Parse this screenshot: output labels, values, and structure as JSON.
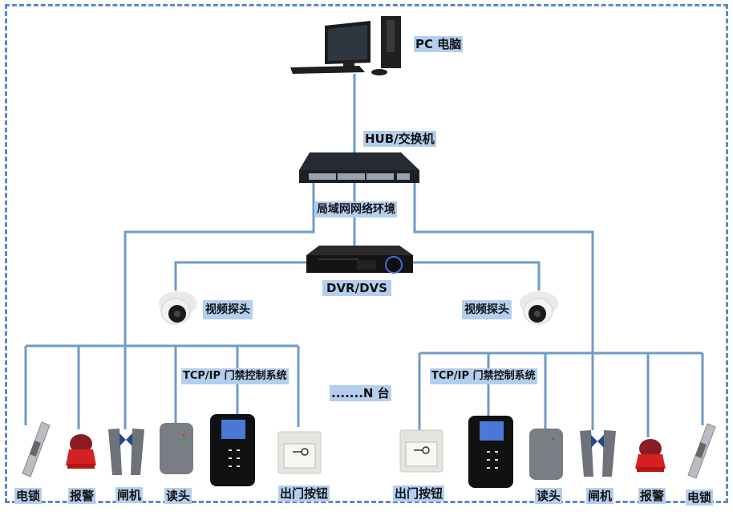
{
  "diagram": {
    "title_hidden": "",
    "colors": {
      "line": "#6f9bc8",
      "label_bg": "#b4cfee",
      "frame": "#5b8ac2"
    },
    "nodes": {
      "pc": {
        "label": "PC 电脑",
        "icon": "desktop-computer-icon"
      },
      "hub": {
        "label": "HUB/交换机",
        "icon": "network-switch-icon"
      },
      "lan": {
        "label": "局域网网络环境"
      },
      "dvr": {
        "label": "DVR/DVS",
        "icon": "dvr-recorder-icon"
      },
      "camera_left": {
        "label": "视频探头",
        "icon": "dome-camera-icon"
      },
      "camera_right": {
        "label": "视频探头",
        "icon": "dome-camera-icon"
      },
      "acs_left": {
        "label": "TCP/IP 门禁控制系统"
      },
      "acs_right": {
        "label": "TCP/IP 门禁控制系统"
      },
      "n_units": {
        "label": ".......N 台"
      }
    },
    "left_group": [
      {
        "label": "电锁",
        "icon": "electric-lock-icon"
      },
      {
        "label": "报警",
        "icon": "alarm-siren-icon"
      },
      {
        "label": "闸机",
        "icon": "turnstile-gate-icon"
      },
      {
        "label": "读头",
        "icon": "card-reader-icon"
      },
      {
        "label": "",
        "icon": "access-controller-keypad-icon"
      },
      {
        "label": "出门按钮",
        "icon": "exit-button-icon"
      }
    ],
    "right_group": [
      {
        "label": "出门按钮",
        "icon": "exit-button-icon"
      },
      {
        "label": "",
        "icon": "access-controller-keypad-icon"
      },
      {
        "label": "读头",
        "icon": "card-reader-icon"
      },
      {
        "label": "闸机",
        "icon": "turnstile-gate-icon"
      },
      {
        "label": "报警",
        "icon": "alarm-siren-icon"
      },
      {
        "label": "电锁",
        "icon": "electric-lock-icon"
      }
    ]
  }
}
